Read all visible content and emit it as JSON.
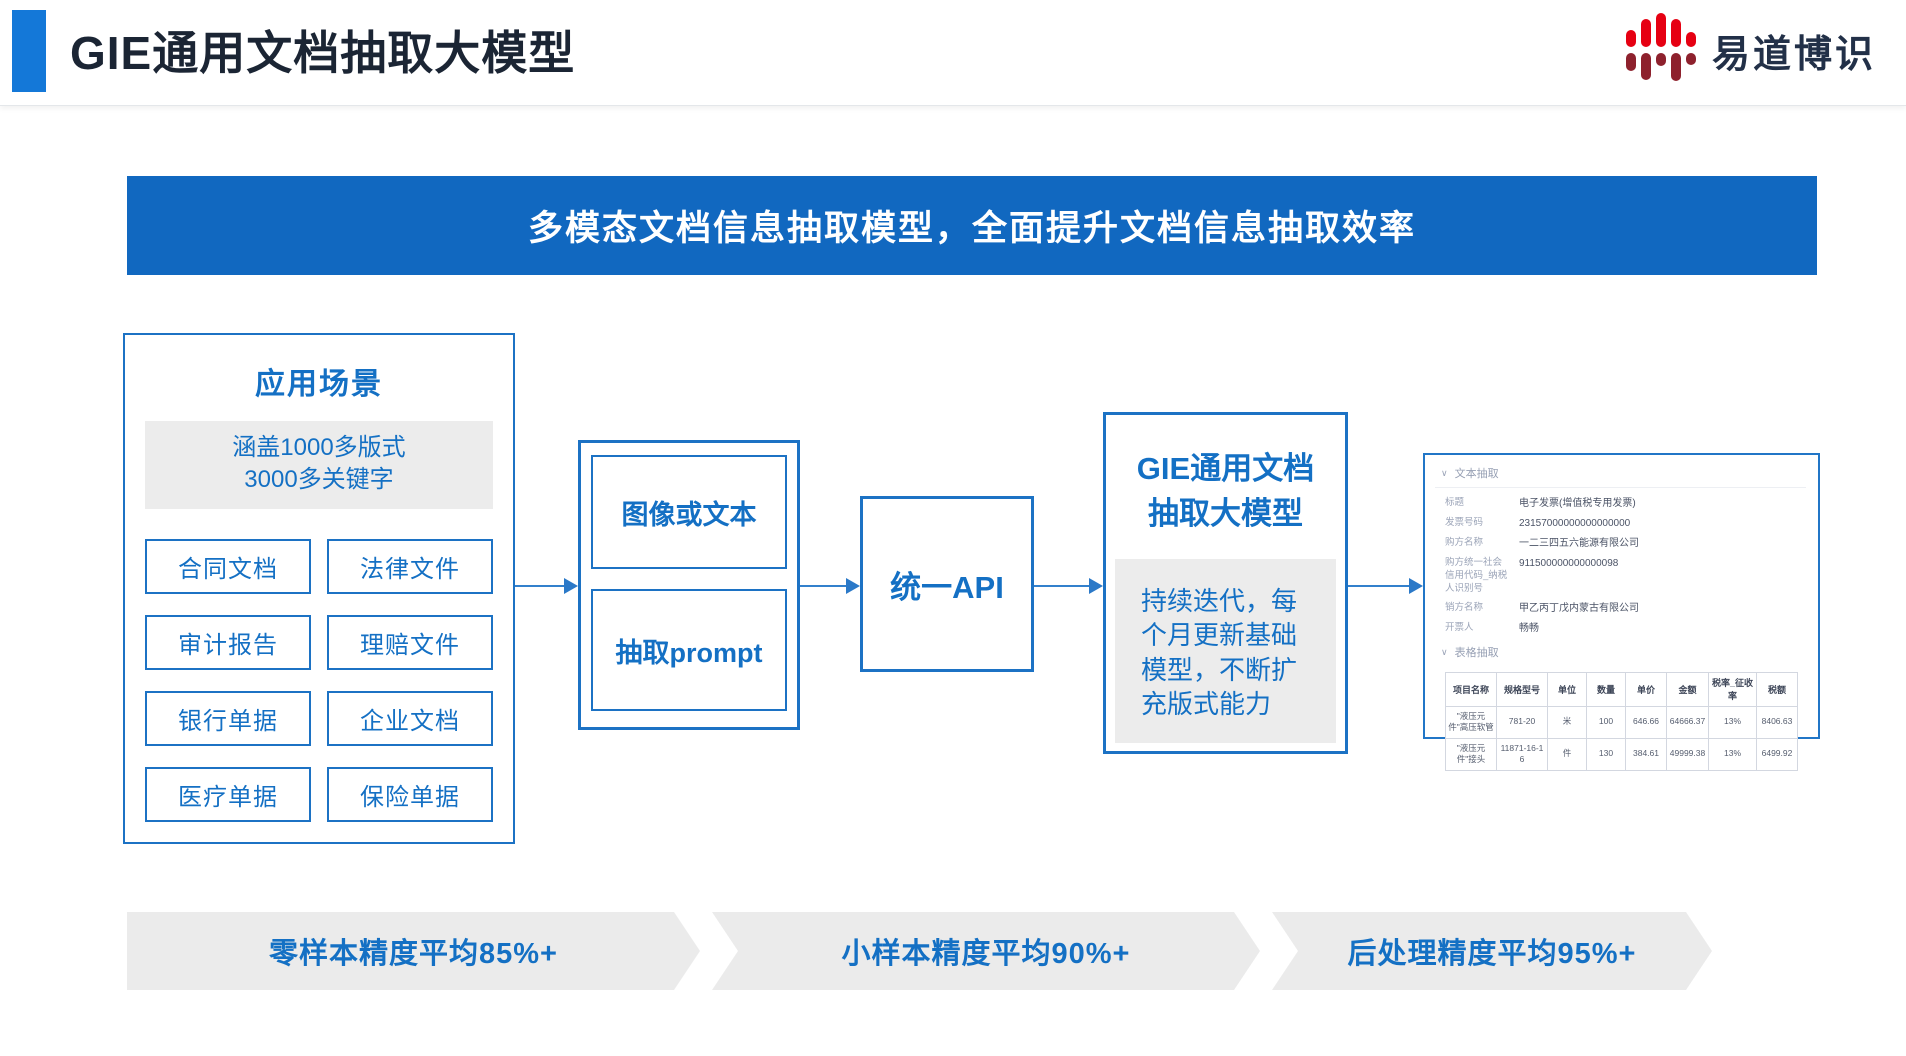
{
  "header": {
    "title": "GIE通用文档抽取大模型",
    "logo_text": "易道博识"
  },
  "banner": {
    "text": "多模态文档信息抽取模型，全面提升文档信息抽取效率"
  },
  "scenarios": {
    "title": "应用场景",
    "coverage_line1": "涵盖1000多版式",
    "coverage_line2": "3000多关键字",
    "items": [
      "合同文档",
      "法律文件",
      "审计报告",
      "理赔文件",
      "银行单据",
      "企业文档",
      "医疗单据",
      "保险单据"
    ]
  },
  "pipeline": {
    "input_top": "图像或文本",
    "input_bottom": "抽取prompt",
    "api_label": "统一API",
    "model_title_line1": "GIE通用文档",
    "model_title_line2": "抽取大模型",
    "model_note": "持续迭代，每个月更新基础模型，不断扩充版式能力"
  },
  "result_panel": {
    "text_section": {
      "title": "文本抽取",
      "fields": [
        {
          "label": "标题",
          "value": "电子发票(增值税专用发票)"
        },
        {
          "label": "发票号码",
          "value": "23157000000000000000"
        },
        {
          "label": "购方名称",
          "value": "一二三四五六能源有限公司"
        },
        {
          "label": "购方统一社会信用代码_纳税人识别号",
          "value": "911500000000000098"
        },
        {
          "label": "销方名称",
          "value": "甲乙丙丁戊内蒙古有限公司"
        },
        {
          "label": "开票人",
          "value": "畅畅"
        }
      ]
    },
    "table_section": {
      "title": "表格抽取",
      "columns": [
        "项目名称",
        "规格型号",
        "单位",
        "数量",
        "单价",
        "金额",
        "税率_征收率",
        "税额"
      ],
      "rows": [
        [
          "\"液压元件\"高压软管",
          "781-20",
          "米",
          "100",
          "646.66",
          "64666.37",
          "13%",
          "8406.63"
        ],
        [
          "\"液压元件\"接头",
          "11871-16-16",
          "件",
          "130",
          "384.61",
          "49999.38",
          "13%",
          "6499.92"
        ]
      ]
    }
  },
  "metrics": [
    "零样本精度平均85%+",
    "小样本精度平均90%+",
    "后处理精度平均95%+"
  ],
  "icons": {
    "chevron_down": "∨"
  },
  "colors": {
    "accent_blue": "#1470c4",
    "banner_blue": "#1168c0",
    "border_blue": "#1c72c4",
    "title_dark": "#1b2534",
    "logo_red": "#e60012",
    "logo_dark_red": "#8e212d",
    "gray_fill": "#ececec",
    "metric_band_gray": "#ebebeb"
  }
}
